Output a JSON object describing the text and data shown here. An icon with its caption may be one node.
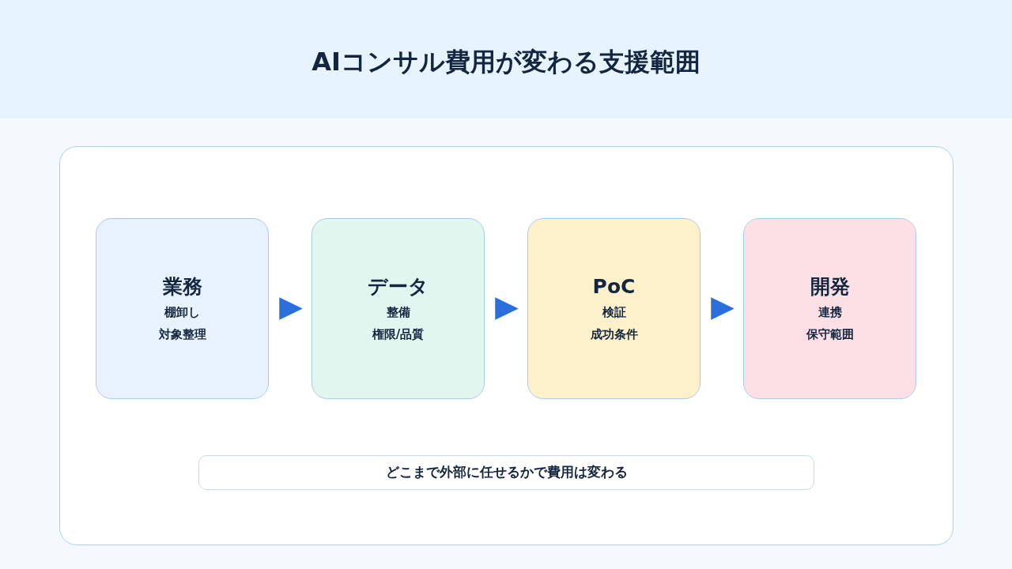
{
  "diagram": {
    "title": "AIコンサル費用が変わる支援範囲",
    "nodes": [
      {
        "text": [
          "業務",
          "棚卸し",
          "対象整理"
        ]
      },
      {
        "text": [
          "データ",
          "整備",
          "権限/品質"
        ]
      },
      {
        "text": [
          "PoC",
          "検証",
          "成功条件"
        ]
      },
      {
        "text": [
          "開発",
          "連携",
          "保守範囲"
        ]
      },
      {
        "text": [
          "どこまで外部に任せるかで費用は変わる"
        ]
      }
    ],
    "edges": [
      {
        "from": 0,
        "to": 1,
        "arrow": "to"
      },
      {
        "from": 1,
        "to": 2,
        "arrow": "to"
      },
      {
        "from": 2,
        "to": 3,
        "arrow": "to"
      }
    ]
  }
}
